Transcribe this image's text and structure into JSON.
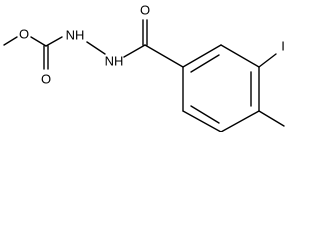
{
  "structure": {
    "atom_labels": {
      "ester_oxygen": "O",
      "carbamate_oxygen": "O",
      "amide_oxygen": "O",
      "nh_left": "NH",
      "nh_right": "NH",
      "iodine": "I"
    },
    "colors": {
      "bond": "#000000",
      "label": "#000000",
      "background": "#ffffff"
    }
  }
}
